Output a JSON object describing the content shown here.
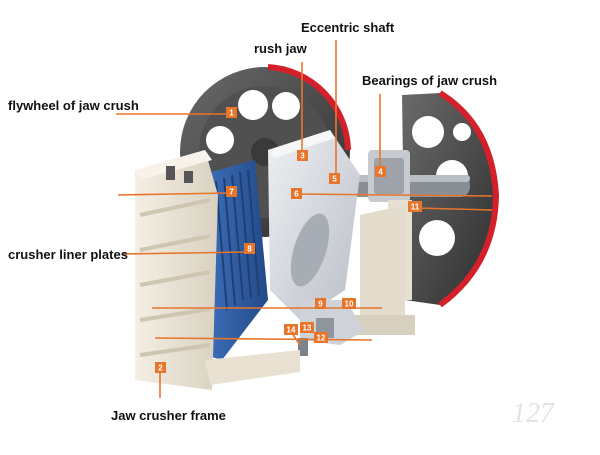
{
  "labels": {
    "eccentric_shaft": "Eccentric shaft",
    "rush_jaw": "rush jaw",
    "bearings": "Bearings of jaw crush",
    "flywheel": "flywheel of jaw crush",
    "liner_plates": "crusher liner plates",
    "frame": "Jaw crusher frame"
  },
  "callouts": [
    "1",
    "2",
    "3",
    "4",
    "5",
    "6",
    "7",
    "8",
    "9",
    "10",
    "11",
    "12",
    "13",
    "14"
  ],
  "watermark": "127",
  "colors": {
    "accent": "#e8752c",
    "flywheel_rim": "#d4202a",
    "liner_blue": "#2e5fa8",
    "frame": "#ede6d8",
    "jaw": "#d9dde2"
  }
}
